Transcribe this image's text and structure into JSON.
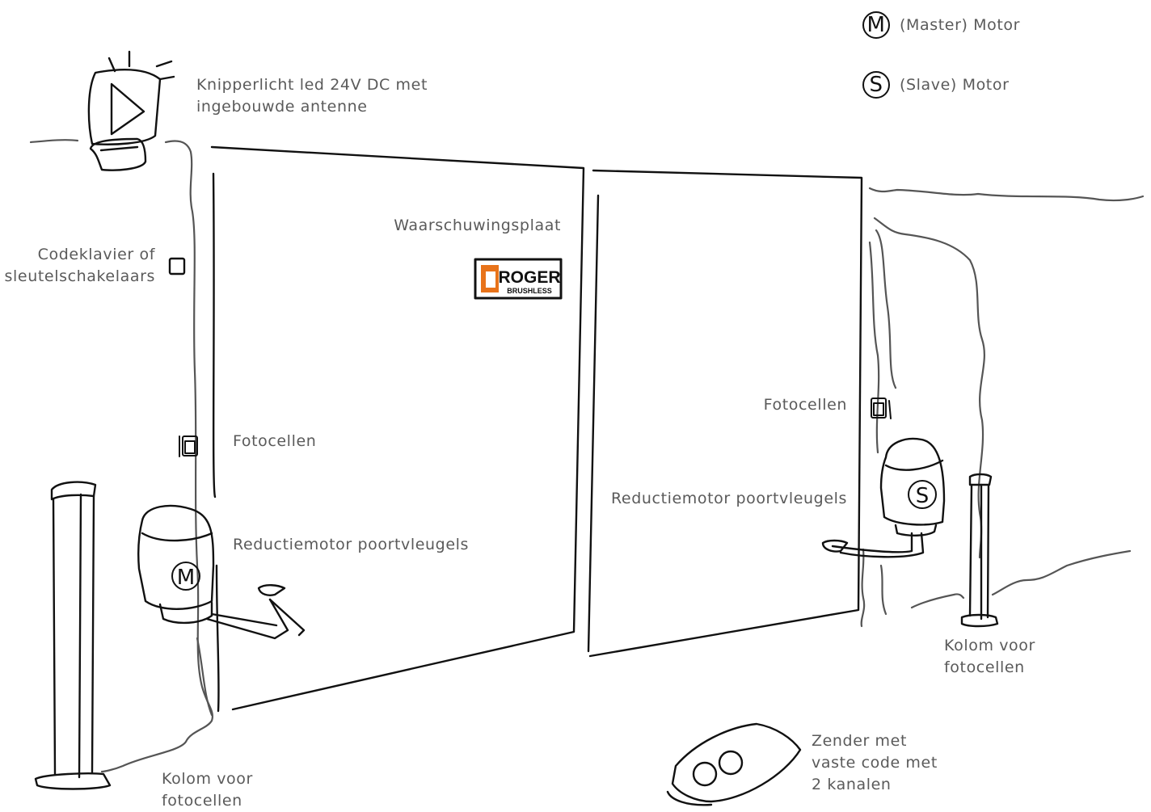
{
  "legend": [
    {
      "symbol": "M",
      "text": "(Master) Motor"
    },
    {
      "symbol": "S",
      "text": "(Slave) Motor"
    }
  ],
  "labels": {
    "flashing_light": [
      "Knipperlicht led 24V DC met",
      "ingebouwde antenne"
    ],
    "warning_plate": "Waarschuwingsplaat",
    "keypad": [
      "Codeklavier of",
      "sleutelschakelaars"
    ],
    "photocells_left": "Fotocellen",
    "photocells_right": "Fotocellen",
    "motor_left": "Reductiemotor poortvleugels",
    "motor_right": "Reductiemotor poortvleugels",
    "column_left": [
      "Kolom voor",
      "fotocellen"
    ],
    "column_right": [
      "Kolom voor",
      "fotocellen"
    ],
    "transmitter": [
      "Zender met",
      "vaste code met",
      "2 kanalen"
    ]
  },
  "plate": {
    "brand": "ROGER",
    "sub": "BRUSHLESS",
    "accent": "#e8731a"
  },
  "motor_symbols": {
    "left": "M",
    "right": "S"
  }
}
